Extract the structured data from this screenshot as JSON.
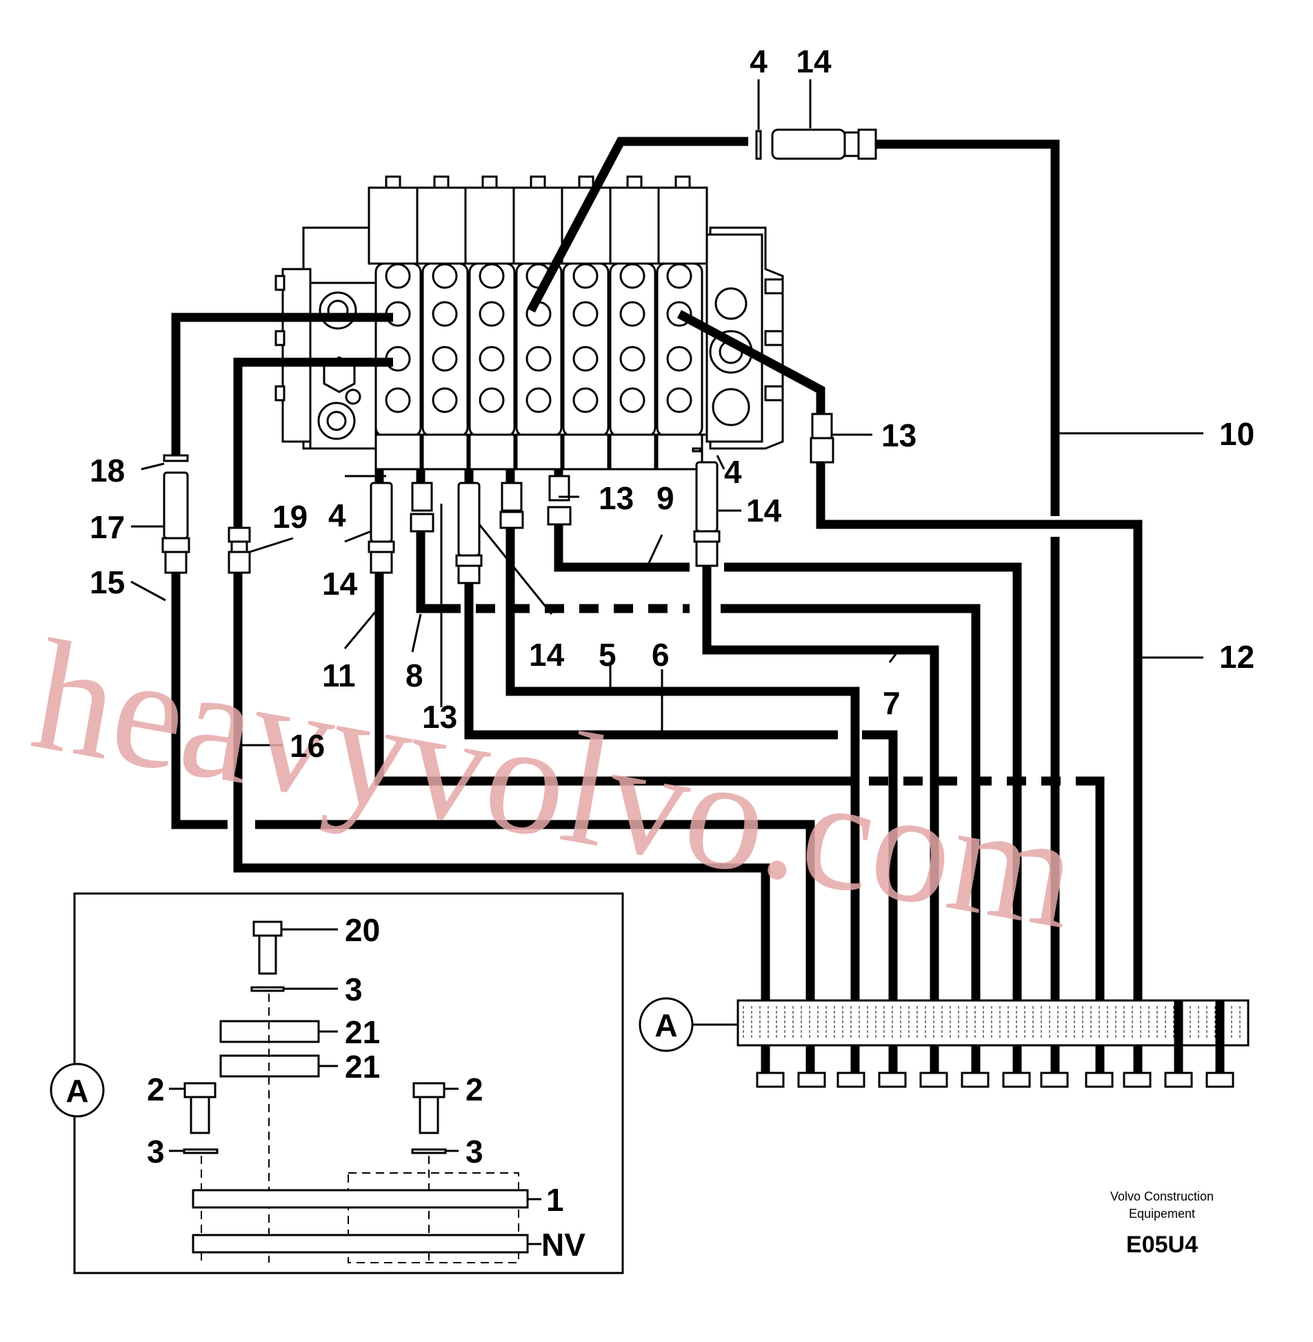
{
  "labels": {
    "top_4": "4",
    "top_14": "14",
    "r_13": "13",
    "r_10": "10",
    "r_4": "4",
    "r_14": "14",
    "c_13": "13",
    "c_9": "9",
    "l_18": "18",
    "l_17": "17",
    "l_15": "15",
    "l_19": "19",
    "l_4": "4",
    "l_14": "14",
    "l_11": "11",
    "l_8": "8",
    "l_13b": "13",
    "l_14b": "14",
    "l_5": "5",
    "l_6": "6",
    "l_7": "7",
    "l_12": "12",
    "l_16": "16"
  },
  "callout": {
    "main": "A",
    "inset": "A"
  },
  "inset": {
    "bolt_20": "20",
    "washer_3_top": "3",
    "clamp_21_a": "21",
    "clamp_21_b": "21",
    "bolt_2_left": "2",
    "bolt_2_right": "2",
    "washer_3_left": "3",
    "washer_3_right": "3",
    "plate_1": "1",
    "plate_nv": "NV"
  },
  "footer": {
    "company_line1": "Volvo Construction",
    "company_line2": "Equipement",
    "code": "E05U4"
  },
  "watermark": "heavyvolvo.com"
}
